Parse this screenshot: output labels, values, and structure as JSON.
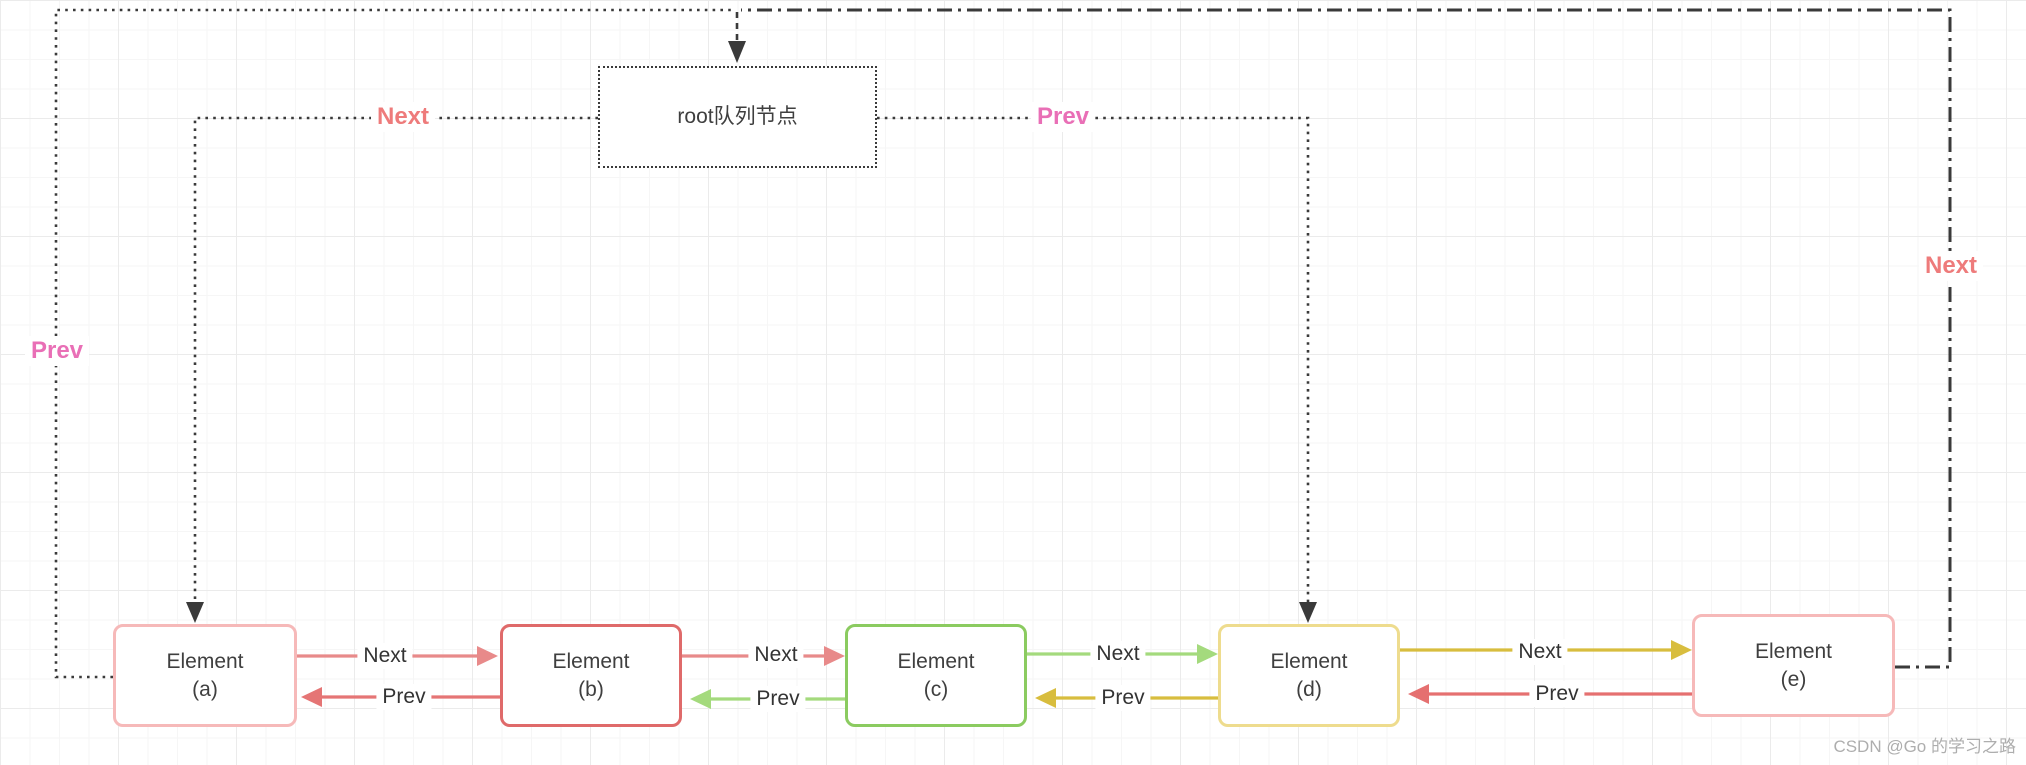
{
  "diagram": {
    "root": {
      "label": "root队列节点"
    },
    "elements": [
      {
        "name": "Element",
        "id_label": "(a)",
        "border_color": "#f6b9b9"
      },
      {
        "name": "Element",
        "id_label": "(b)",
        "border_color": "#df6a6a"
      },
      {
        "name": "Element",
        "id_label": "(c)",
        "border_color": "#8bcb60"
      },
      {
        "name": "Element",
        "id_label": "(d)",
        "border_color": "#eedc8e"
      },
      {
        "name": "Element",
        "id_label": "(e)",
        "border_color": "#f6b9b9"
      }
    ],
    "inner_links": [
      {
        "name": "a-next-b",
        "label": "Next",
        "arrow_color": "#e88a8a"
      },
      {
        "name": "b-prev-a",
        "label": "Prev",
        "arrow_color": "#e57575"
      },
      {
        "name": "b-next-c",
        "label": "Next",
        "arrow_color": "#e88a8a"
      },
      {
        "name": "c-prev-b",
        "label": "Prev",
        "arrow_color": "#a4da7d"
      },
      {
        "name": "c-next-d",
        "label": "Next",
        "arrow_color": "#a4da7d"
      },
      {
        "name": "d-prev-c",
        "label": "Prev",
        "arrow_color": "#d8bd3e"
      },
      {
        "name": "d-next-e",
        "label": "Next",
        "arrow_color": "#d8bd3e"
      },
      {
        "name": "e-prev-d",
        "label": "Prev",
        "arrow_color": "#e57070"
      }
    ],
    "outer_links": [
      {
        "name": "root-next-a",
        "label": "Next",
        "label_color": "#ee7b7b"
      },
      {
        "name": "root-prev-d",
        "label": "Prev",
        "label_color": "#e96fb6"
      },
      {
        "name": "a-prev-root",
        "label": "Prev",
        "label_color": "#e96fb6"
      },
      {
        "name": "e-next-root",
        "label": "Next",
        "label_color": "#ee7b7b"
      }
    ],
    "line_color": "#3a3a3a",
    "watermark": "CSDN @Go 的学习之路"
  }
}
